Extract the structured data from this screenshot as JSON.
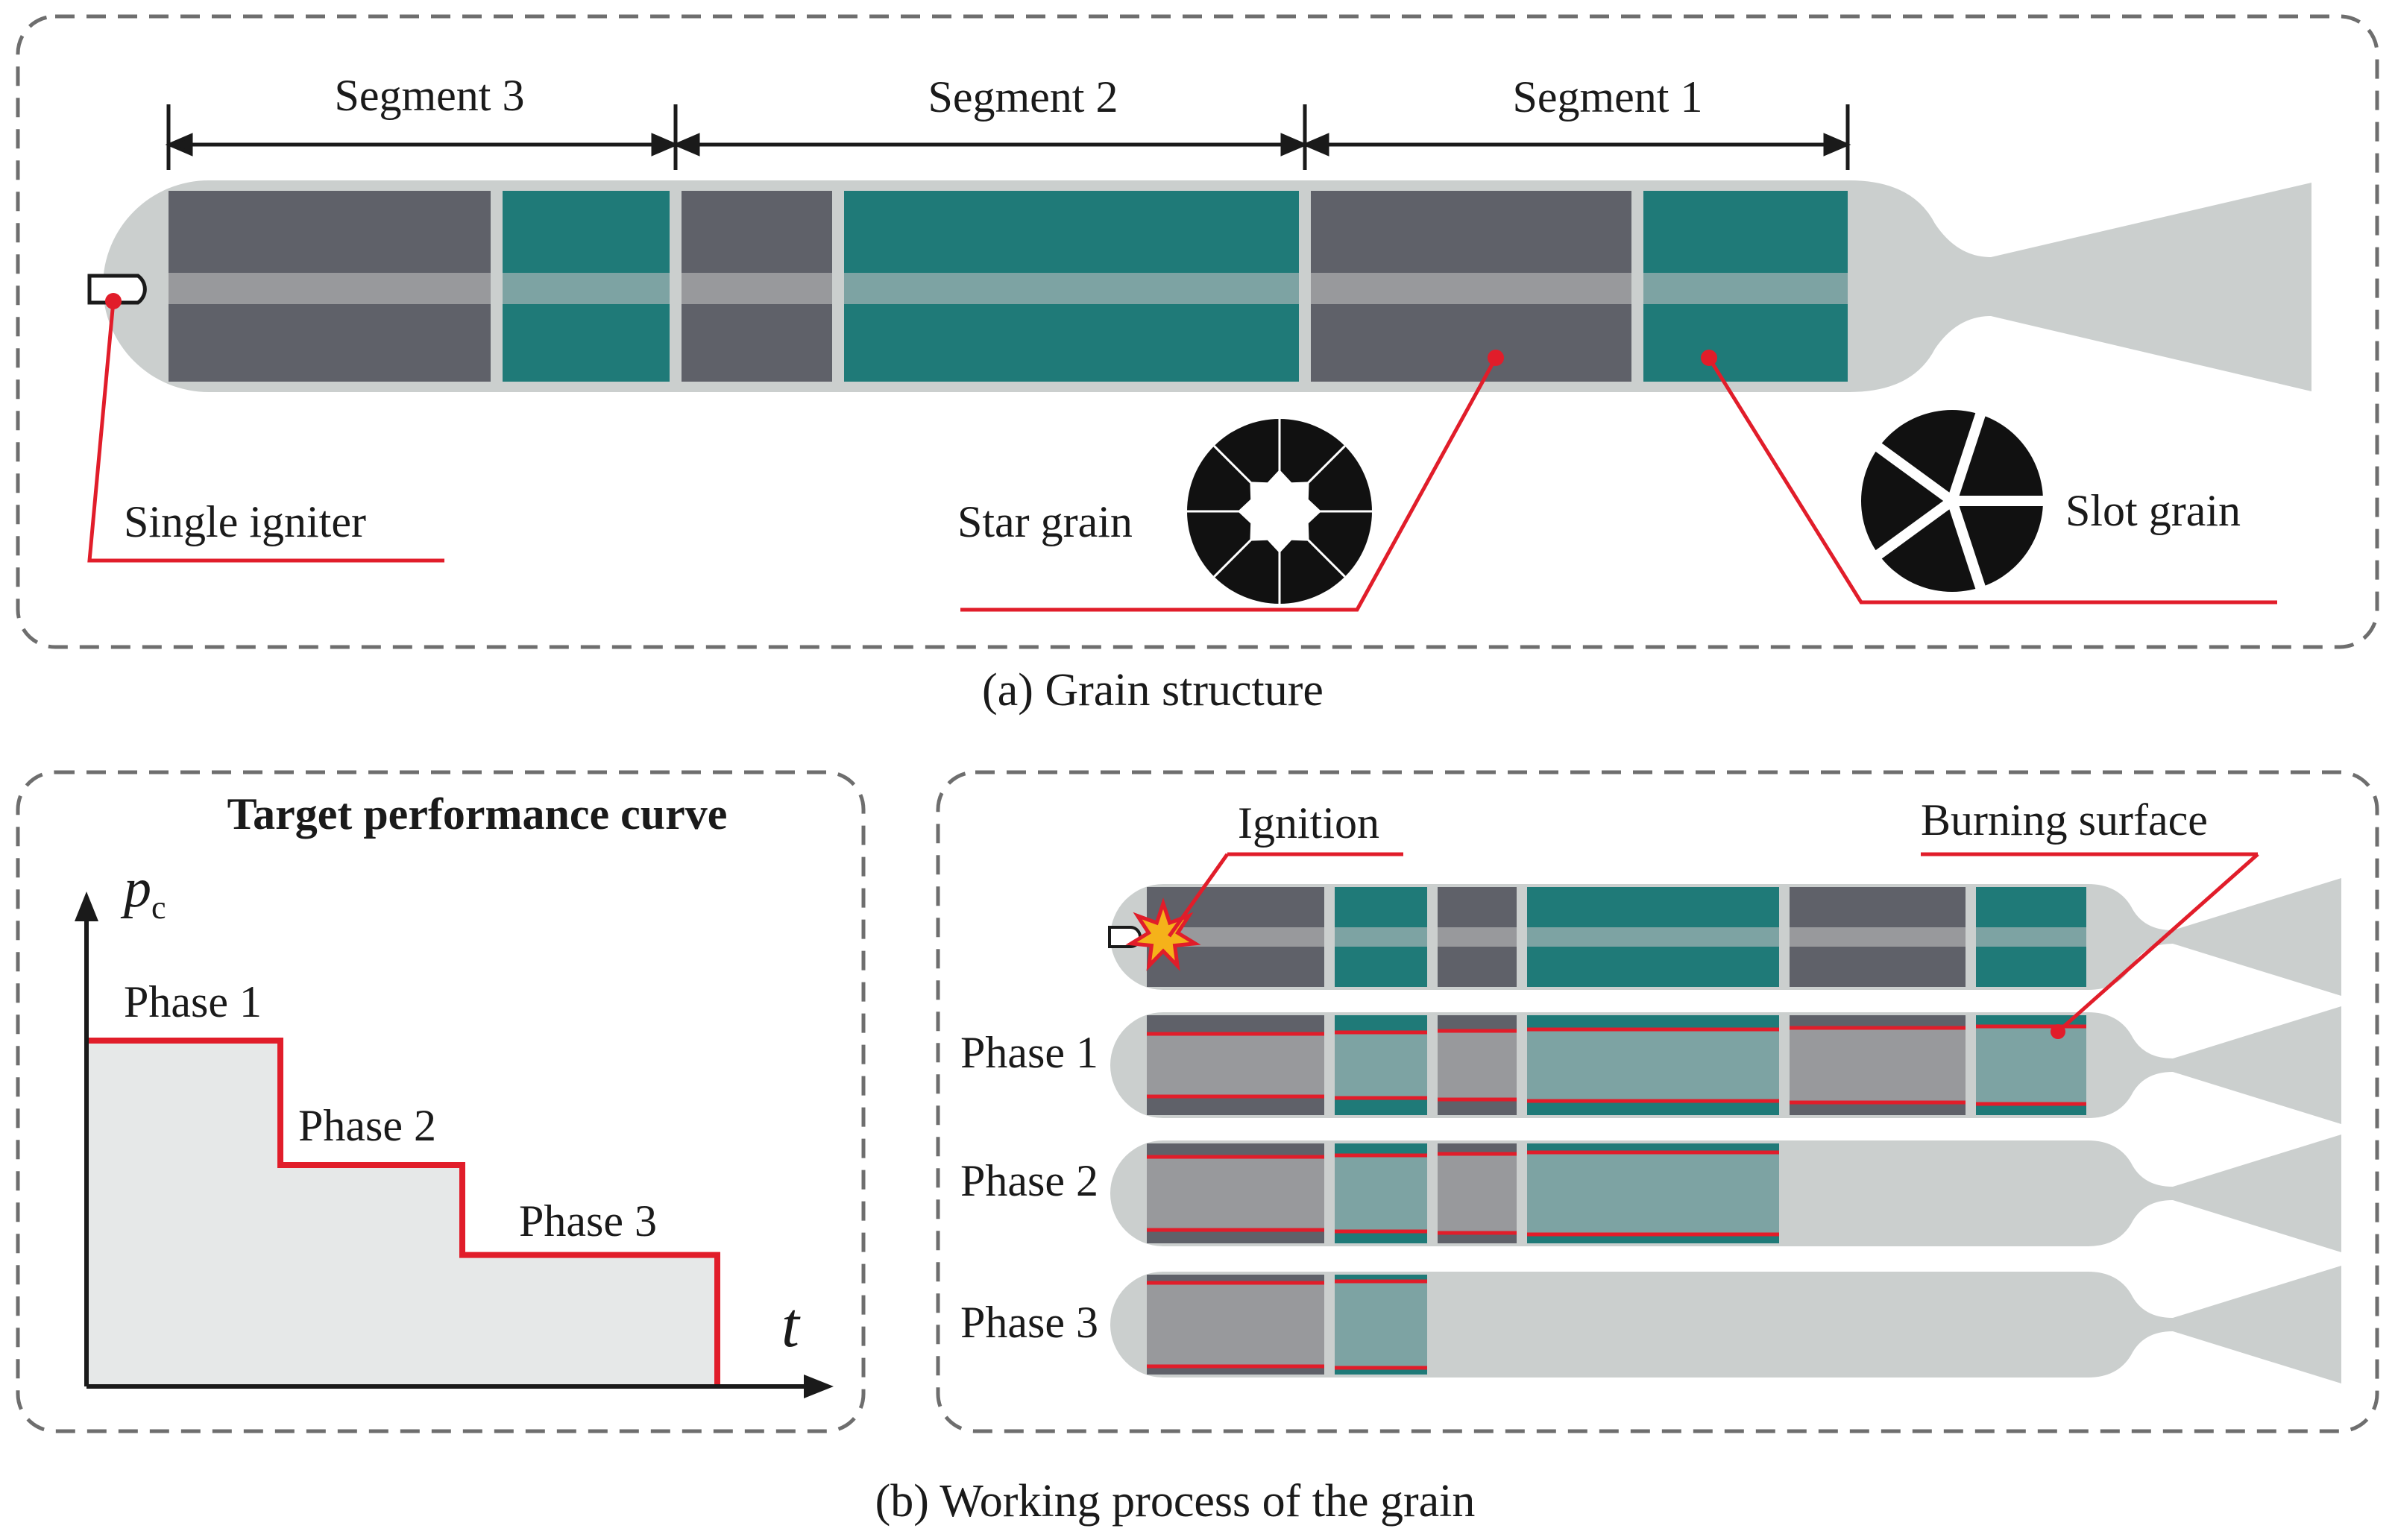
{
  "panel_a": {
    "segments": [
      "Segment 3",
      "Segment 2",
      "Segment 1"
    ],
    "labels": {
      "igniter": "Single igniter",
      "star": "Star grain",
      "slot": "Slot grain"
    },
    "caption": "(a) Grain structure"
  },
  "panel_b": {
    "curve": {
      "title": "Target performance curve",
      "ylabel_main": "p",
      "ylabel_sub": "c",
      "xlabel": "t",
      "phases": [
        "Phase 1",
        "Phase 2",
        "Phase 3"
      ],
      "steps": [
        1.0,
        0.64,
        0.38
      ]
    },
    "process": {
      "ignition": "Ignition",
      "burning_surface": "Burning surface",
      "phases": [
        "Phase 1",
        "Phase 2",
        "Phase 3"
      ]
    },
    "caption": "(b) Working process of the grain"
  },
  "colors": {
    "star_grain": "#5f6169",
    "slot_grain": "#1f7a78",
    "star_burnt": "#98999c",
    "slot_burnt": "#7da3a3",
    "case": "#cbcfce",
    "highlight": "#e11d2a",
    "black": "#111111"
  }
}
